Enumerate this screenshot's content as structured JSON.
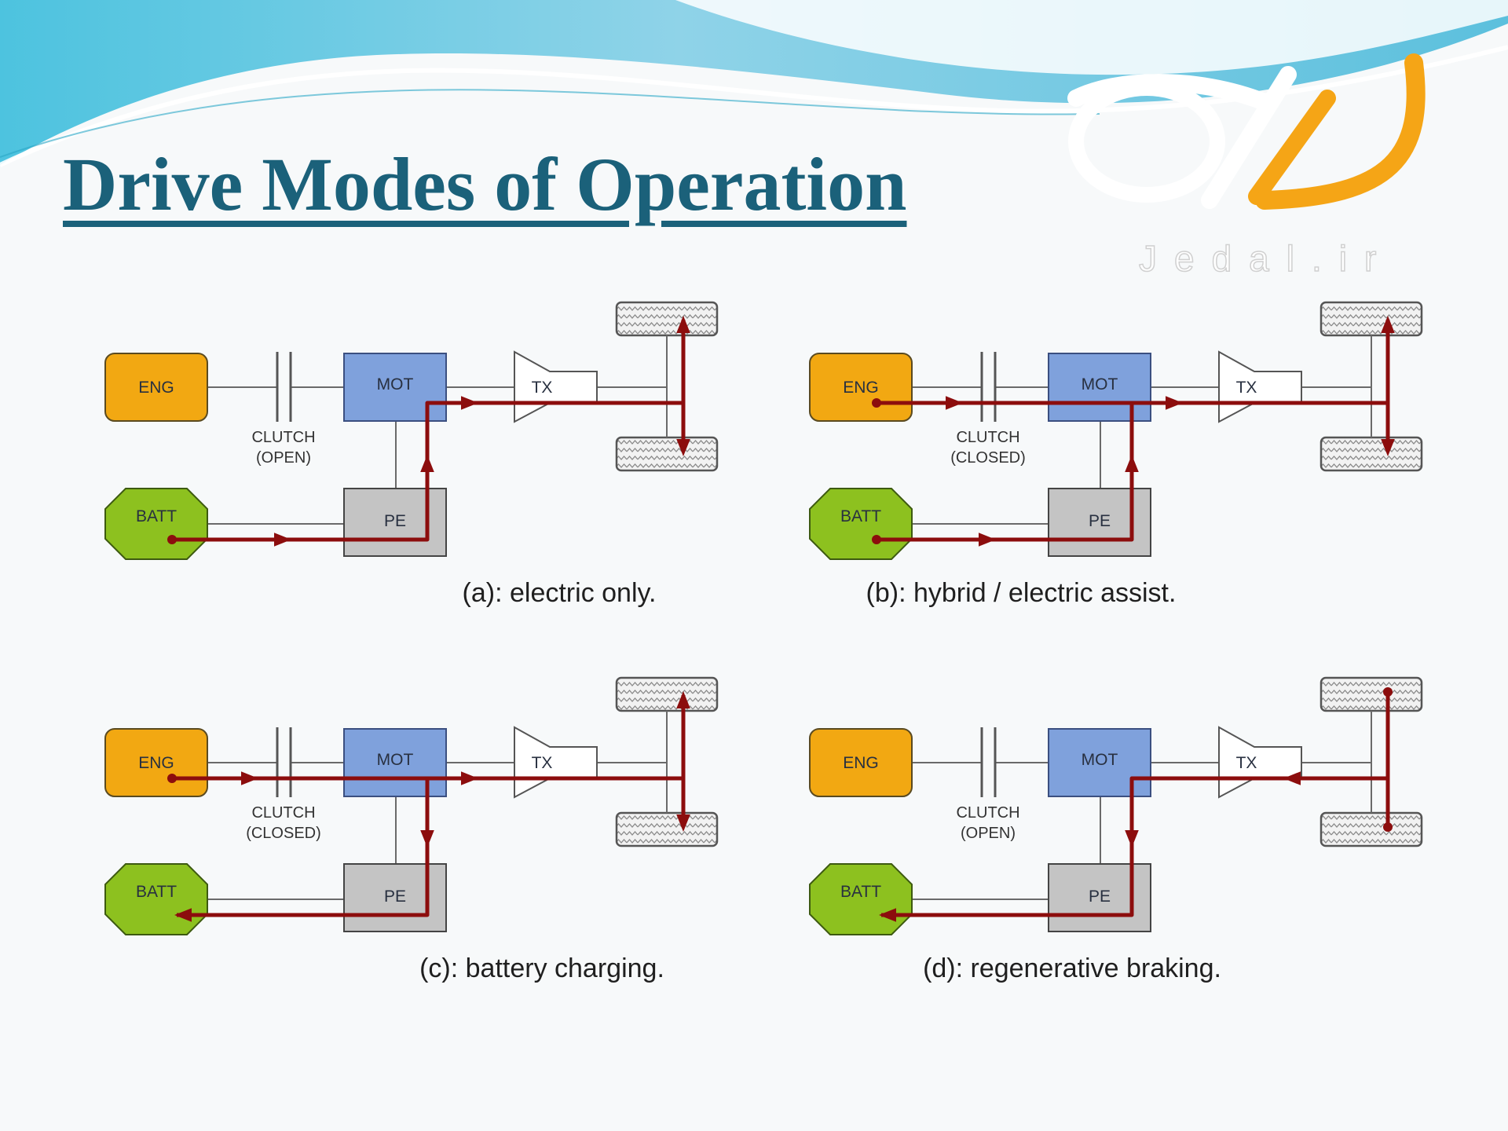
{
  "slide": {
    "title": "Drive Modes of Operation",
    "logo_text": "Jedal.ir"
  },
  "colors": {
    "title": "#1b617a",
    "engine": "#f2a812",
    "motor": "#7fa1dc",
    "battery": "#8dc11f",
    "power_electronics": "#c4c4c4",
    "power_flow": "#8c0d0d",
    "logo_accent": "#f5a516"
  },
  "diagrams": [
    {
      "id": "a",
      "caption": "(a): electric only.",
      "labels": {
        "engine": "ENG",
        "motor": "MOT",
        "transmission": "TX",
        "battery": "BATT",
        "power_electronics": "PE",
        "clutch": "CLUTCH",
        "clutch_state": "(OPEN)"
      }
    },
    {
      "id": "b",
      "caption": "(b): hybrid / electric assist.",
      "labels": {
        "engine": "ENG",
        "motor": "MOT",
        "transmission": "TX",
        "battery": "BATT",
        "power_electronics": "PE",
        "clutch": "CLUTCH",
        "clutch_state": "(CLOSED)"
      }
    },
    {
      "id": "c",
      "caption": "(c): battery charging.",
      "labels": {
        "engine": "ENG",
        "motor": "MOT",
        "transmission": "TX",
        "battery": "BATT",
        "power_electronics": "PE",
        "clutch": "CLUTCH",
        "clutch_state": "(CLOSED)"
      }
    },
    {
      "id": "d",
      "caption": "(d): regenerative braking.",
      "labels": {
        "engine": "ENG",
        "motor": "MOT",
        "transmission": "TX",
        "battery": "BATT",
        "power_electronics": "PE",
        "clutch": "CLUTCH",
        "clutch_state": "(OPEN)"
      }
    }
  ]
}
